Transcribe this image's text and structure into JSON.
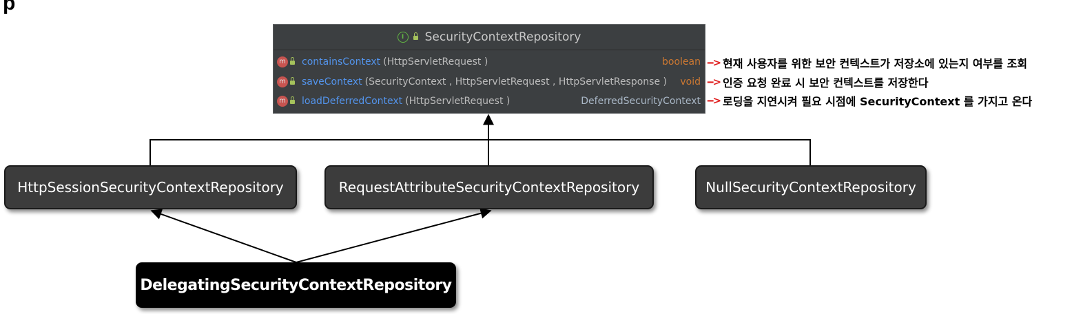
{
  "interface": {
    "name": "SecurityContextRepository",
    "methods": [
      {
        "name": "containsContext",
        "params": "(HttpServletRequest )",
        "returns": "boolean"
      },
      {
        "name": "saveContext",
        "params": "(SecurityContext , HttpServletRequest , HttpServletResponse )",
        "returns": "void"
      },
      {
        "name": "loadDeferredContext",
        "params": "(HttpServletRequest )",
        "returns": "DeferredSecurityContext"
      }
    ]
  },
  "annotations": [
    "현재 사용자를 위한 보안 컨텍스트가 저장소에 있는지 여부를 조회",
    "인증 요청 완료 시 보안 컨텍스트를 저장한다",
    "로딩을 지연시켜 필요 시점에 SecurityContext 를 가지고 온다"
  ],
  "implementations": [
    "HttpSessionSecurityContextRepository",
    "RequestAttributeSecurityContextRepository",
    "NullSecurityContextRepository"
  ],
  "delegating": "DelegatingSecurityContextRepository",
  "icons": {
    "interface": "interface-icon",
    "method": "method-icon",
    "visibility": "public-lock-icon"
  },
  "colors": {
    "panel": "#3c3f41",
    "method_name": "#5394ec",
    "return_type": "#cc7832",
    "annotation_arrow": "#e02020"
  }
}
